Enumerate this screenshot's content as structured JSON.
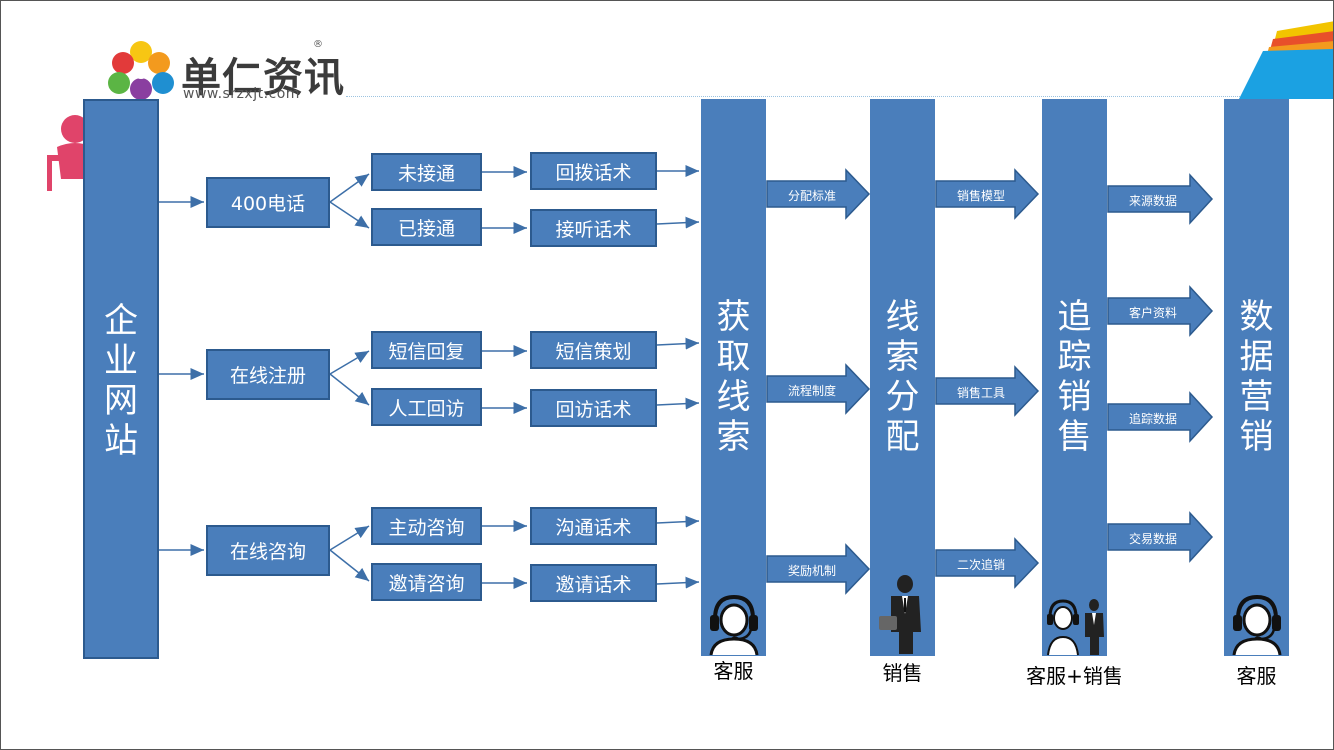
{
  "logo": {
    "name": "单仁资讯",
    "url": "www.srzxjt.com",
    "reg": "®"
  },
  "source_column": {
    "label": [
      "企",
      "业",
      "网",
      "站"
    ]
  },
  "channels": [
    {
      "label": "400电话",
      "branches": [
        {
          "status": "未接通",
          "script": "回拨话术"
        },
        {
          "status": "已接通",
          "script": "接听话术"
        }
      ]
    },
    {
      "label": "在线注册",
      "branches": [
        {
          "status": "短信回复",
          "script": "短信策划"
        },
        {
          "status": "人工回访",
          "script": "回访话术"
        }
      ]
    },
    {
      "label": "在线咨询",
      "branches": [
        {
          "status": "主动咨询",
          "script": "沟通话术"
        },
        {
          "status": "邀请咨询",
          "script": "邀请话术"
        }
      ]
    }
  ],
  "stages": [
    {
      "label": [
        "获",
        "取",
        "线",
        "索"
      ],
      "role": "客服",
      "icon": "headset-person-icon"
    },
    {
      "label": [
        "线",
        "索",
        "分",
        "配"
      ],
      "role": "销售",
      "icon": "businessman-icon"
    },
    {
      "label": [
        "追",
        "踪",
        "销",
        "售"
      ],
      "role": "客服+销售",
      "icon": "service-and-sales-icon"
    },
    {
      "label": [
        "数",
        "据",
        "营",
        "销"
      ],
      "role": "客服",
      "icon": "headset-person-icon"
    }
  ],
  "stage_arrows": [
    [
      "分配标准",
      "流程制度",
      "奖励机制"
    ],
    [
      "销售模型",
      "销售工具",
      "二次追销"
    ],
    [
      "来源数据",
      "客户资料",
      "追踪数据",
      "交易数据"
    ]
  ],
  "colors": {
    "primary": "#4a7ebb",
    "border": "#2c5a8e",
    "accent_pink": "#e0446a"
  }
}
